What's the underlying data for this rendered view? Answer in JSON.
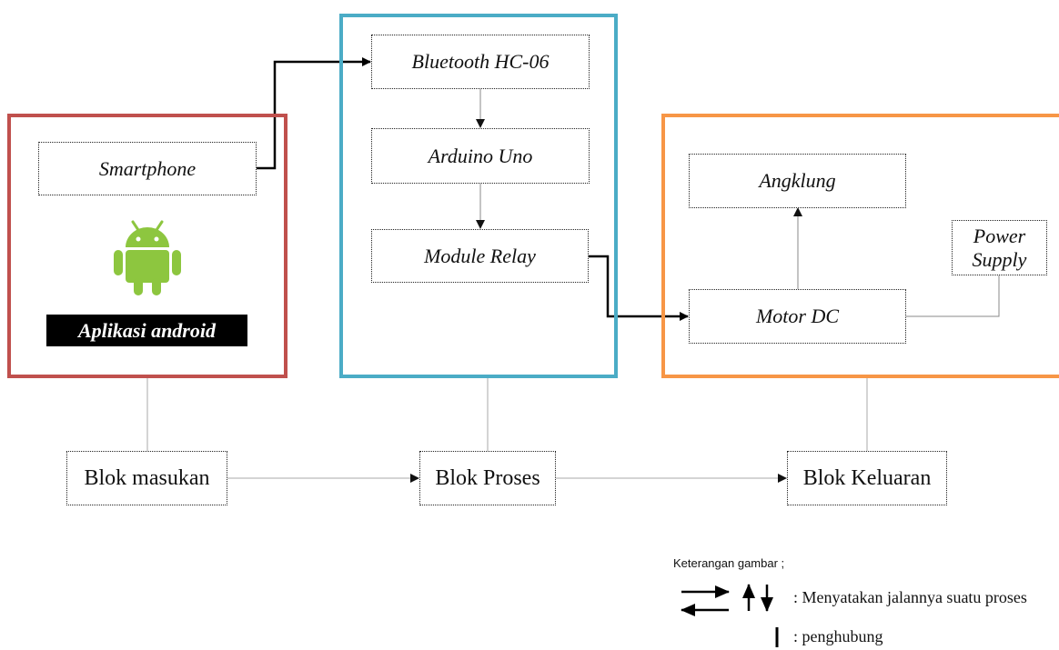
{
  "colors": {
    "input_frame": "#c0504d",
    "process_frame": "#4bacc6",
    "output_frame": "#f79646",
    "android_green": "#8dc63f"
  },
  "input_block": {
    "smartphone": "Smartphone",
    "app_label": "Aplikasi android",
    "icon": "android-icon"
  },
  "process_block": {
    "bluetooth": "Bluetooth HC-06",
    "arduino": "Arduino Uno",
    "relay": "Module Relay"
  },
  "output_block": {
    "angklung": "Angklung",
    "motor": "Motor DC",
    "power_line1": "Power",
    "power_line2": "Supply"
  },
  "block_labels": {
    "input": "Blok masukan",
    "process": "Blok Proses",
    "output": "Blok Keluaran"
  },
  "legend": {
    "title": "Keterangan gambar ;",
    "process_text": ": Menyatakan jalannya suatu proses",
    "connector_text": ": penghubung"
  }
}
